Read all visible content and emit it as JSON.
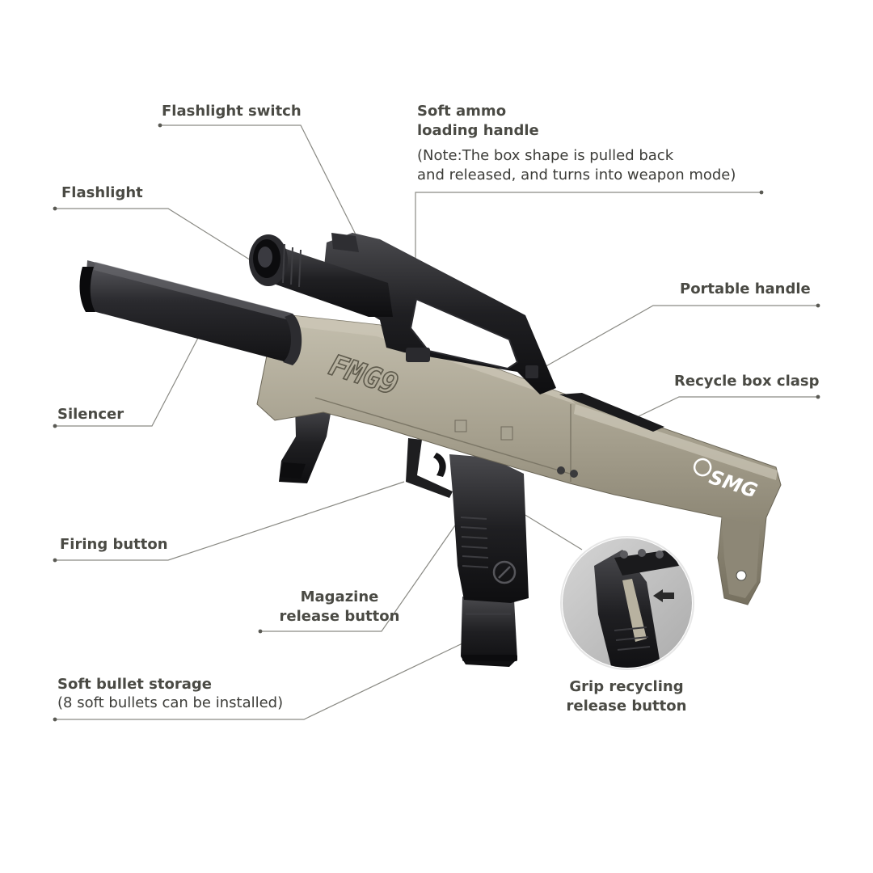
{
  "labels": {
    "flashlight_switch": "Flashlight switch",
    "ammo_handle_line1": "Soft ammo",
    "ammo_handle_line2": "loading handle",
    "ammo_note_line1": "(Note:The box shape is pulled back",
    "ammo_note_line2": "and released, and turns into weapon mode)",
    "flashlight": "Flashlight",
    "portable_handle": "Portable handle",
    "recycle_box_clasp": "Recycle box clasp",
    "silencer": "Silencer",
    "firing_button": "Firing button",
    "magazine_release_line1": "Magazine",
    "magazine_release_line2": "release button",
    "bullet_storage_line1": "Soft bullet storage",
    "bullet_storage_line2": "(8 soft bullets can be installed)",
    "grip_release_line1": "Grip recycling",
    "grip_release_line2": "release button"
  },
  "product": {
    "side_marking": "FMG9",
    "rear_logo": "SMG"
  },
  "colors": {
    "body": "#9a9482",
    "body_light": "#b7b1a0",
    "body_dark": "#6f6a5c",
    "black": "#1c1c1e",
    "leader": "#8a8a84",
    "label": "#4a4a44"
  }
}
